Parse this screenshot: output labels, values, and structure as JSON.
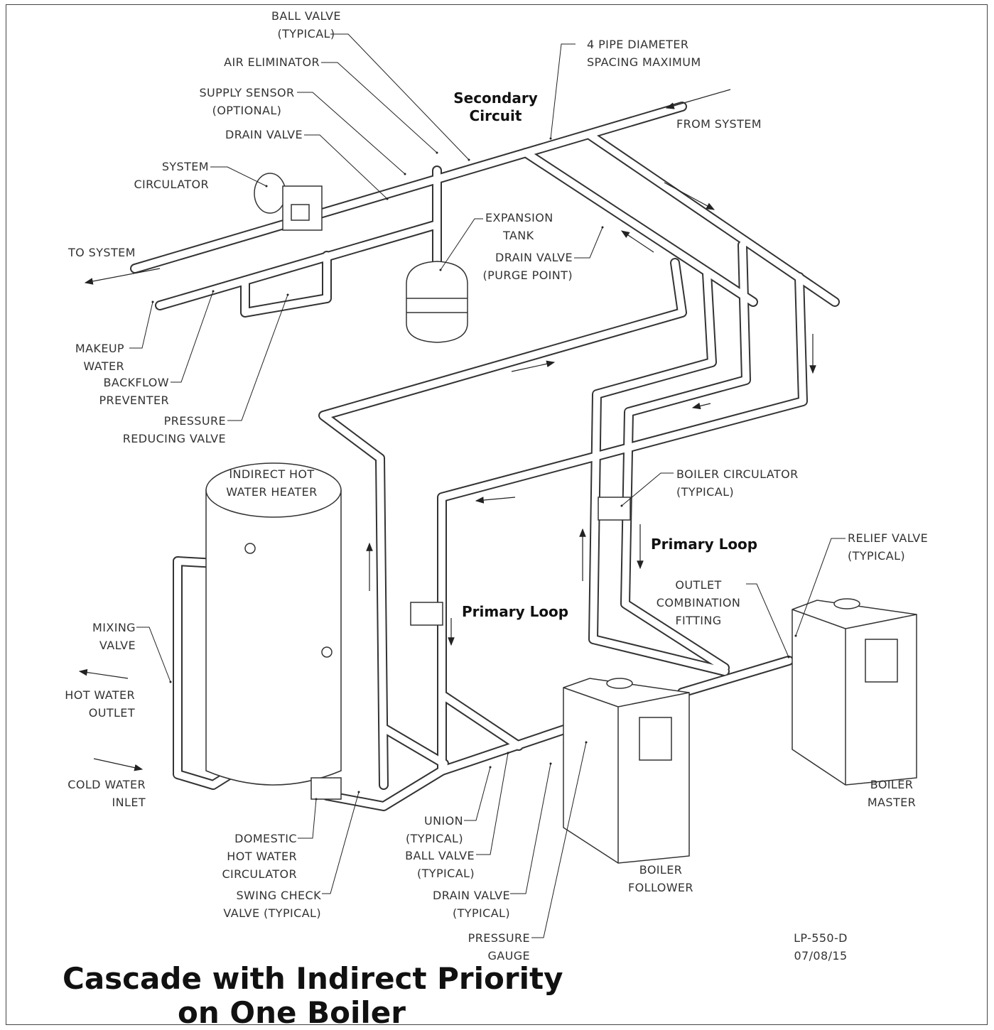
{
  "title": {
    "line1": "Cascade with Indirect Priority",
    "line2": "on One Boiler"
  },
  "drawing_id": {
    "number": "LP-550-D",
    "date": "07/08/15"
  },
  "headings": {
    "secondary_circuit": [
      "Secondary",
      "Circuit"
    ],
    "primary_loop_left": "Primary Loop",
    "primary_loop_right": "Primary Loop"
  },
  "labels": {
    "ball_valve_top": [
      "BALL VALVE",
      "(TYPICAL)"
    ],
    "air_eliminator": "AIR ELIMINATOR",
    "supply_sensor": [
      "SUPPLY SENSOR",
      "(OPTIONAL)"
    ],
    "drain_valve_top": "DRAIN VALVE",
    "system_circulator": [
      "SYSTEM",
      "CIRCULATOR"
    ],
    "to_system": "TO SYSTEM",
    "pipe_spacing": [
      "4 PIPE DIAMETER",
      "SPACING MAXIMUM"
    ],
    "from_system": "FROM SYSTEM",
    "expansion_tank": [
      "EXPANSION",
      "TANK"
    ],
    "drain_valve_purge": [
      "DRAIN VALVE",
      "(PURGE POINT)"
    ],
    "makeup_water": [
      "MAKEUP",
      "WATER"
    ],
    "backflow_preventer": [
      "BACKFLOW",
      "PREVENTER"
    ],
    "pressure_reducing_valve": [
      "PRESSURE",
      "REDUCING VALVE"
    ],
    "indirect_heater": [
      "INDIRECT HOT",
      "WATER HEATER"
    ],
    "boiler_circulator": [
      "BOILER CIRCULATOR",
      "(TYPICAL)"
    ],
    "relief_valve": [
      "RELIEF VALVE",
      "(TYPICAL)"
    ],
    "outlet_combination": [
      "OUTLET",
      "COMBINATION",
      "FITTING"
    ],
    "mixing_valve": [
      "MIXING",
      "VALVE"
    ],
    "hot_water_outlet": [
      "HOT WATER",
      "OUTLET"
    ],
    "cold_water_inlet": [
      "COLD WATER",
      "INLET"
    ],
    "boiler_master": [
      "BOILER",
      "MASTER"
    ],
    "boiler_follower": [
      "BOILER",
      "FOLLOWER"
    ],
    "dhw_circulator": [
      "DOMESTIC",
      "HOT WATER",
      "CIRCULATOR"
    ],
    "swing_check": [
      "SWING CHECK",
      "VALVE (TYPICAL)"
    ],
    "union": [
      "UNION",
      "(TYPICAL)"
    ],
    "ball_valve_bottom": [
      "BALL VALVE",
      "(TYPICAL)"
    ],
    "drain_valve_bottom": [
      "DRAIN VALVE",
      "(TYPICAL)"
    ],
    "pressure_gauge": [
      "PRESSURE",
      "GAUGE"
    ]
  }
}
